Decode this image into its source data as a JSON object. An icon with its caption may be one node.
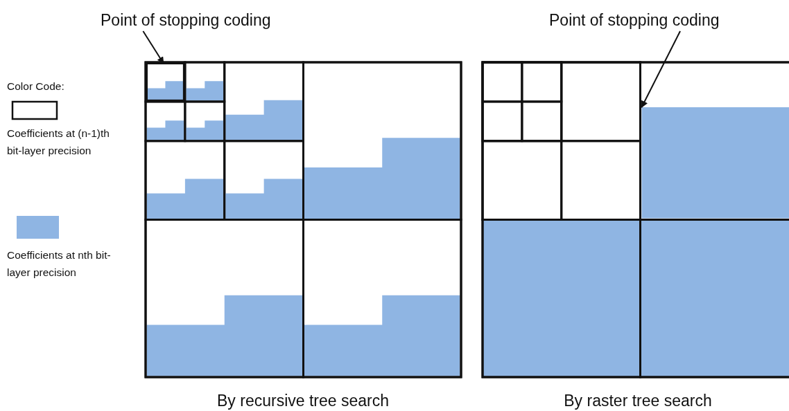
{
  "diagram": {
    "nodes": [
      {
        "text": [
          "Point of stopping coding"
        ]
      },
      {
        "text": [],
        "shape": "box"
      },
      {
        "text": [
          "Point of stopping coding"
        ]
      },
      {
        "text": [],
        "shape": "box"
      }
    ],
    "edges": [
      {
        "from": 0,
        "to": 1,
        "arrow": "to"
      },
      {
        "from": 2,
        "to": 3,
        "arrow": "to"
      }
    ],
    "labels": [
      "Color Code:",
      "By recursive tree search",
      "By raster tree search"
    ],
    "legend": [
      {
        "text": "Coefficients at (n-1)th bit-layer precision"
      },
      {
        "text": "Coefficients at nth bit-layer precision",
        "color": "#8fb5e3"
      }
    ]
  }
}
